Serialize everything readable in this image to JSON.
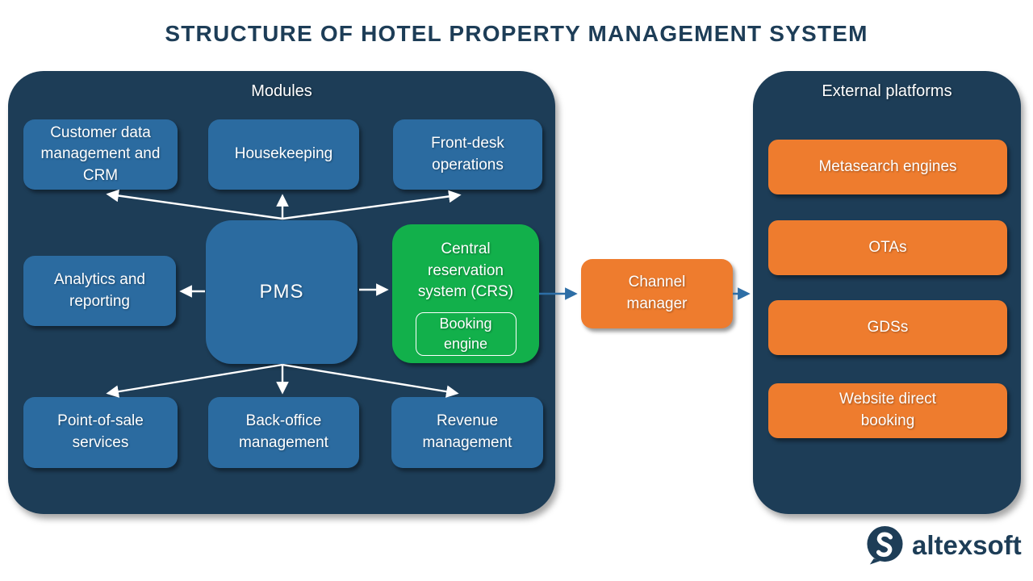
{
  "title": "STRUCTURE OF HOTEL PROPERTY MANAGEMENT SYSTEM",
  "modules": {
    "header": "Modules",
    "customer_data": "Customer data management and CRM",
    "housekeeping": "Housekeeping",
    "front_desk": "Front-desk operations",
    "analytics": "Analytics and reporting",
    "pms": "PMS",
    "crs": "Central reservation system (CRS)",
    "booking_engine": "Booking engine",
    "pos": "Point-of-sale services",
    "back_office": "Back-office management",
    "revenue": "Revenue management"
  },
  "channel_manager": {
    "label": "Channel manager"
  },
  "external": {
    "header": "External platforms",
    "items": [
      "Metasearch engines",
      "OTAs",
      "GDSs",
      "Website direct booking"
    ]
  },
  "connections": [
    {
      "from": "PMS",
      "to": "Customer data management and CRM"
    },
    {
      "from": "PMS",
      "to": "Housekeeping"
    },
    {
      "from": "PMS",
      "to": "Front-desk operations"
    },
    {
      "from": "PMS",
      "to": "Analytics and reporting"
    },
    {
      "from": "PMS",
      "to": "Central reservation system (CRS)"
    },
    {
      "from": "PMS",
      "to": "Point-of-sale services"
    },
    {
      "from": "PMS",
      "to": "Back-office management"
    },
    {
      "from": "PMS",
      "to": "Revenue management"
    },
    {
      "from": "Central reservation system (CRS)",
      "to": "Channel manager"
    },
    {
      "from": "Channel manager",
      "to": "External platforms"
    }
  ],
  "logo": {
    "text": "altexsoft"
  },
  "colors": {
    "panel_navy": "#1d3d57",
    "module_blue": "#2b6ba0",
    "crs_green": "#12b04b",
    "accent_orange": "#ee7c2e",
    "arrow_white": "#ffffff",
    "arrow_blue": "#2d6ea6",
    "title_text": "#1d3d57"
  }
}
